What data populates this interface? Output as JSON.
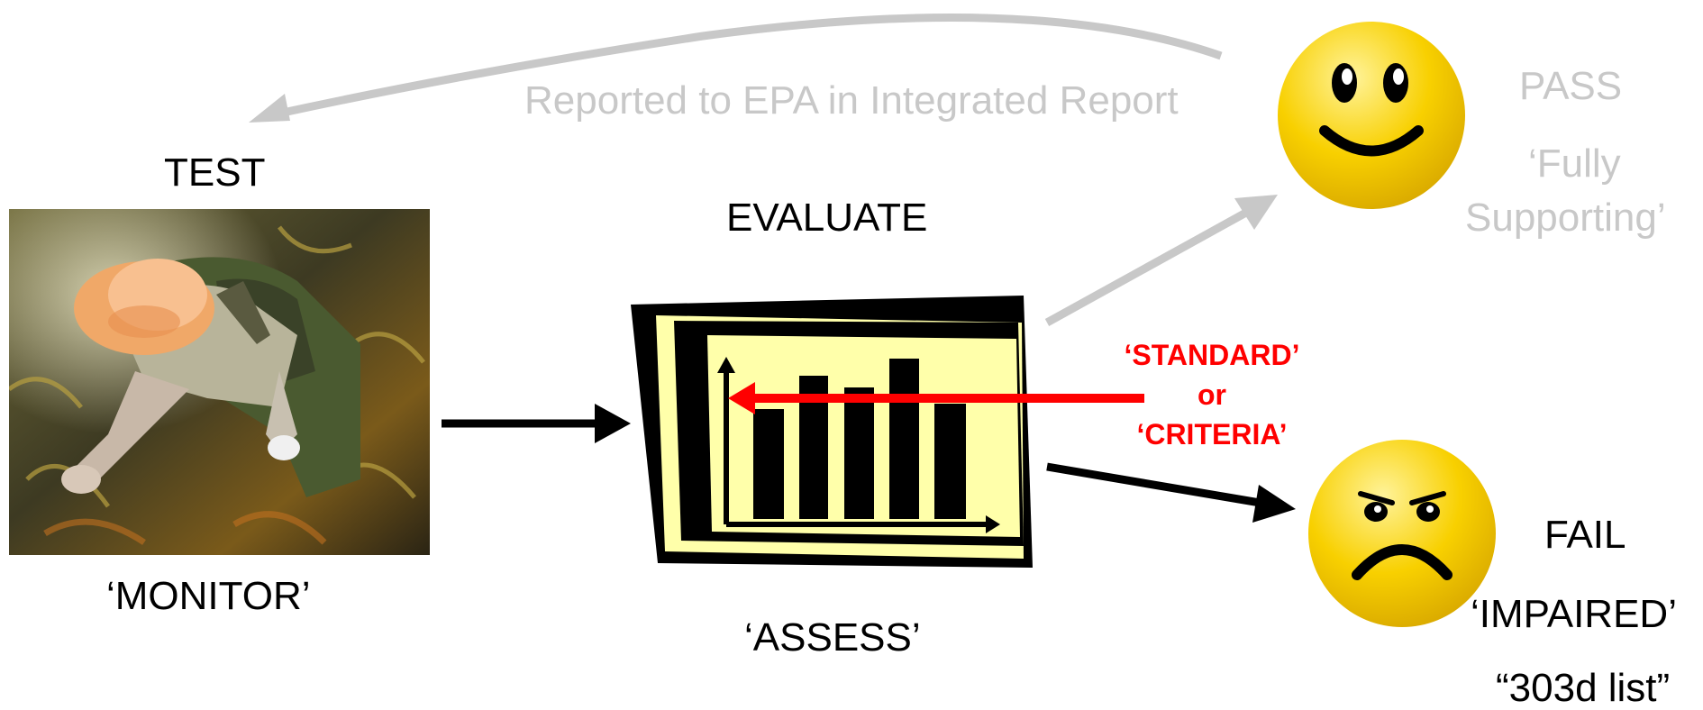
{
  "feedback_text": "Reported to EPA in Integrated Report",
  "test": {
    "title": "TEST",
    "subtitle": "‘MONITOR’"
  },
  "evaluate": {
    "title": "EVALUATE",
    "subtitle": "‘ASSESS’"
  },
  "standard": {
    "line1": "‘STANDARD’",
    "line2": "or",
    "line3": "‘CRITERIA’"
  },
  "pass": {
    "title": "PASS",
    "line1": "‘Fully",
    "line2": "Supporting’"
  },
  "fail": {
    "title": "FAIL",
    "line1": "‘IMPAIRED’",
    "line2": "“303d list”"
  },
  "colors": {
    "faded": "#c8c8c8",
    "arrow_dark": "#000000",
    "criteria_red": "#ff0000",
    "chart_fill": "#ffffaa",
    "smiley_yellow": "#f8d000"
  },
  "icons": [
    "person-wading-photo",
    "bar-chart-clipart",
    "happy-face-icon",
    "sad-face-icon"
  ]
}
